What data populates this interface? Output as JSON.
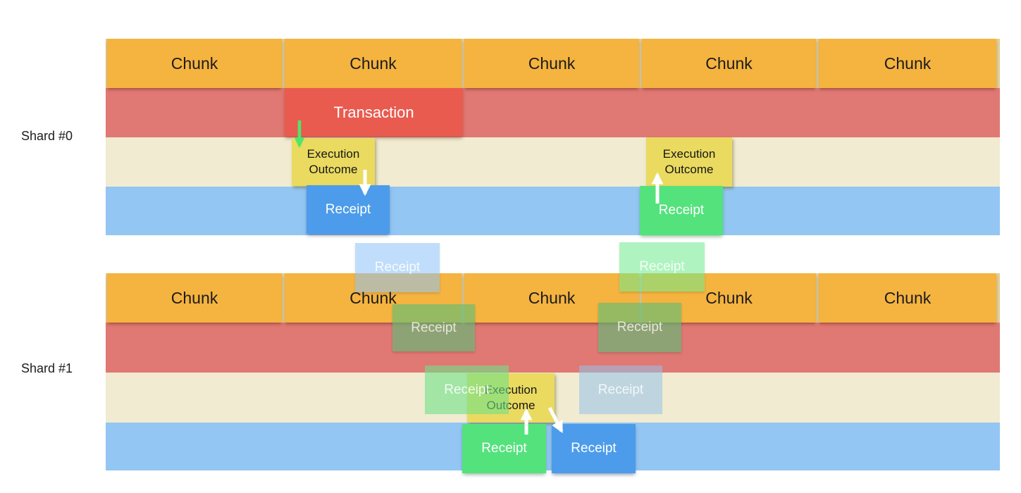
{
  "diagram": {
    "shard0": {
      "label": "Shard #0",
      "chunks": [
        "Chunk",
        "Chunk",
        "Chunk",
        "Chunk",
        "Chunk"
      ],
      "transaction_label": "Transaction",
      "execution_outcome_left": "Execution Outcome",
      "execution_outcome_right": "Execution Outcome",
      "receipt_blue": "Receipt",
      "receipt_green": "Receipt"
    },
    "transition": {
      "receipt_faded_blue": "Receipt",
      "receipt_semi_green_left": "Receipt",
      "receipt_faded_green": "Receipt",
      "receipt_semi_green_right": "Receipt"
    },
    "shard1": {
      "label": "Shard #1",
      "chunks": [
        "Chunk",
        "Chunk",
        "Chunk",
        "Chunk",
        "Chunk"
      ],
      "receipt_faded_green": "Receipt",
      "execution_outcome": "Execution Outcome",
      "receipt_faded_blue": "Receipt",
      "receipt_green": "Receipt",
      "receipt_blue": "Receipt"
    },
    "arrows": [
      {
        "name": "transaction-to-execution-outcome",
        "shard": "shard0",
        "direction": "down",
        "color": "#4FE66B"
      },
      {
        "name": "execution-outcome-to-receipt",
        "shard": "shard0",
        "direction": "down",
        "color": "#FFFFFF"
      },
      {
        "name": "receipt-to-execution-outcome",
        "shard": "shard0",
        "direction": "up",
        "color": "#FFFFFF"
      },
      {
        "name": "receipt-to-execution-outcome",
        "shard": "shard1",
        "direction": "up",
        "color": "#FFFFFF"
      },
      {
        "name": "execution-outcome-to-receipt",
        "shard": "shard1",
        "direction": "down-right",
        "color": "#FFFFFF"
      }
    ],
    "colors": {
      "chunk_orange": "#F5B33F",
      "band_gap_tan": "#E2CF96",
      "band_red": "#E07873",
      "transaction_red": "#E95B4F",
      "band_cream": "#F0EBD1",
      "band_blue": "#93C6F3",
      "receipt_blue": "#4C9CEB",
      "receipt_green": "#54E27D",
      "outcome_yellow": "#EADA60",
      "arrow_green": "#4FE66B",
      "arrow_white": "#FFFFFF"
    }
  }
}
